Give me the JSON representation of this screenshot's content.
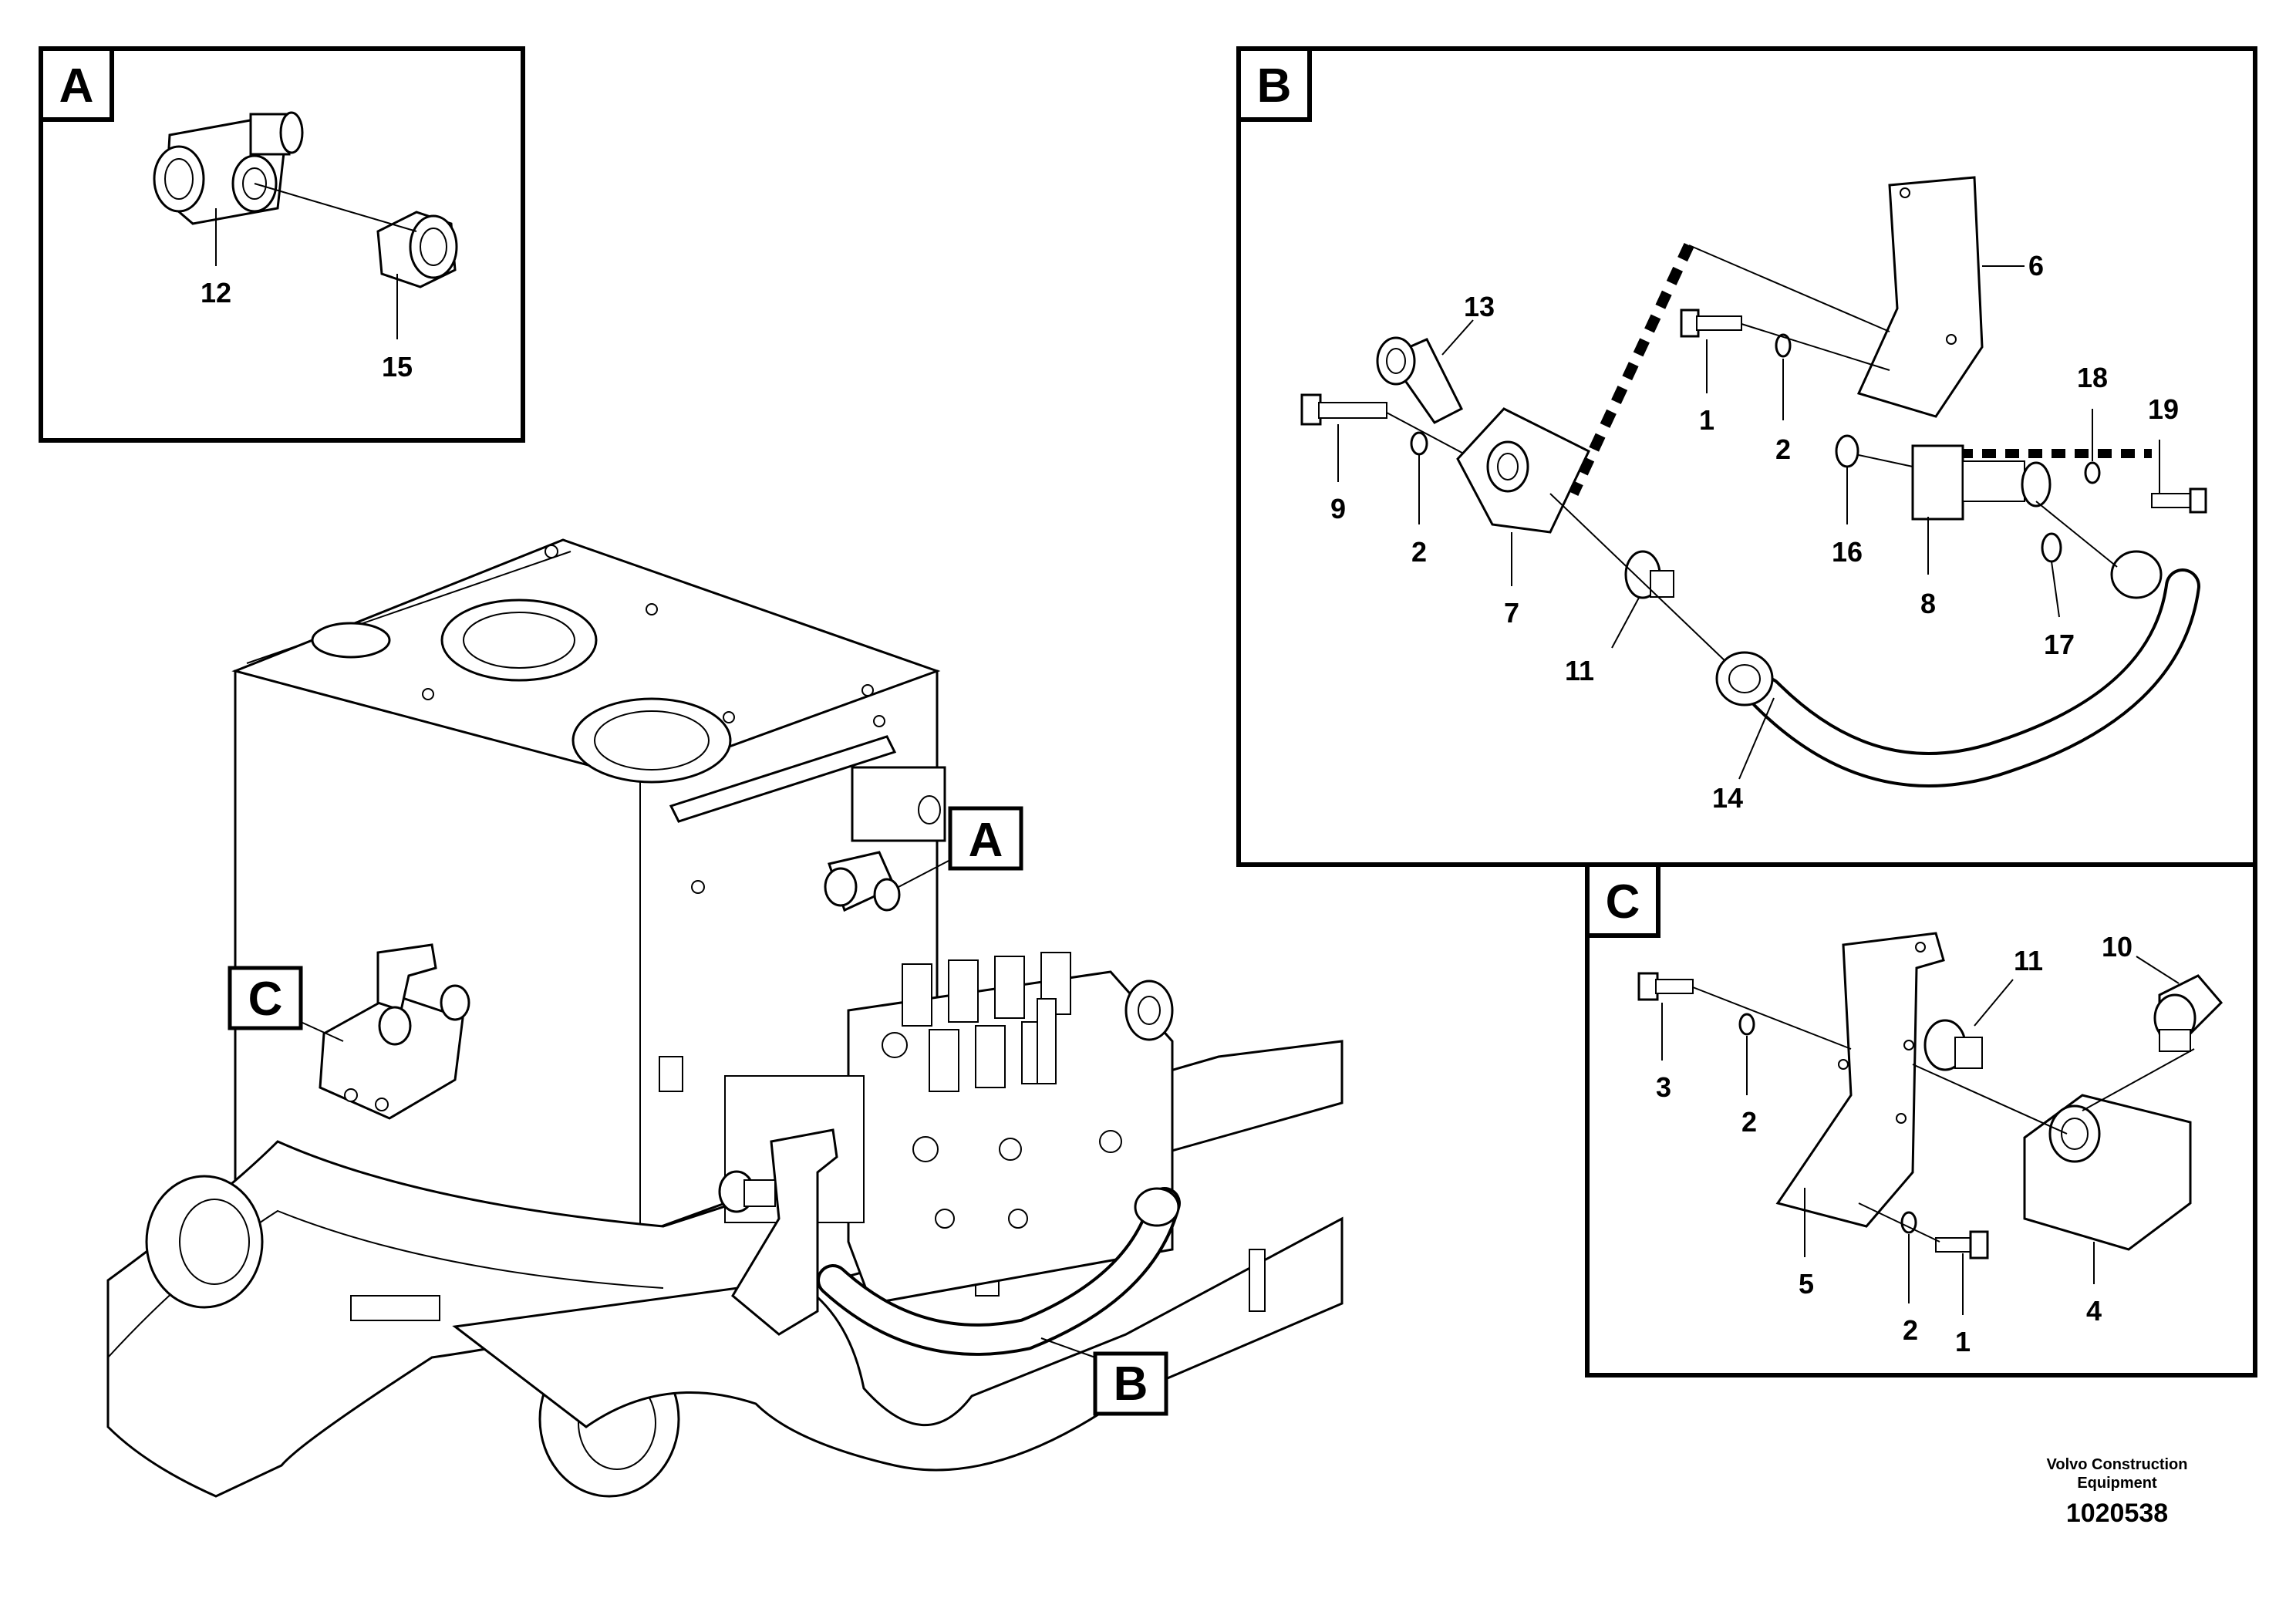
{
  "frames": {
    "A": {
      "letter": "A",
      "callouts": [
        "12",
        "15"
      ]
    },
    "B": {
      "letter": "B",
      "callouts": [
        "13",
        "6",
        "1",
        "2",
        "18",
        "19",
        "9",
        "2",
        "16",
        "7",
        "8",
        "17",
        "11",
        "14"
      ]
    },
    "C": {
      "letter": "C",
      "callouts": [
        "11",
        "10",
        "3",
        "2",
        "5",
        "2",
        "1",
        "4"
      ]
    }
  },
  "main_tags": [
    "A",
    "C",
    "B"
  ],
  "footer": {
    "brand_line1": "Volvo Construction",
    "brand_line2": "Equipment",
    "doc_number": "1020538"
  }
}
